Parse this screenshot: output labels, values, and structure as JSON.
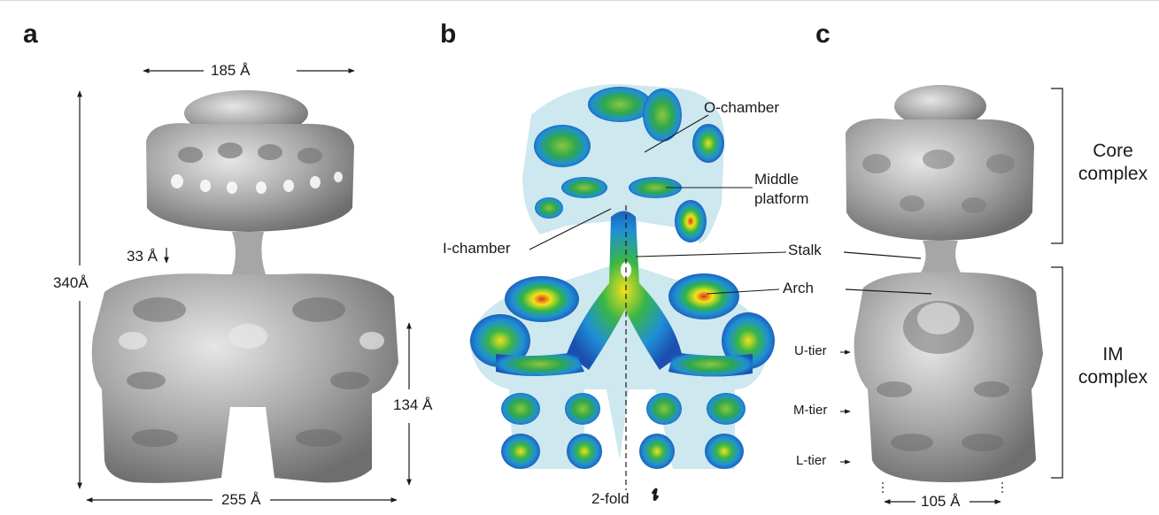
{
  "panels": {
    "a": {
      "letter": "a",
      "dim_top": "185 Å",
      "dim_left": "340Å",
      "dim_gap": "33 Å",
      "dim_right": "134 Å",
      "dim_bottom": "255 Å"
    },
    "b": {
      "letter": "b",
      "o_chamber": "O-chamber",
      "middle_platform_line1": "Middle",
      "middle_platform_line2": "platform",
      "i_chamber": "I-chamber",
      "stalk": "Stalk",
      "arch": "Arch",
      "two_fold": "2-fold"
    },
    "c": {
      "letter": "c",
      "core_line1": "Core",
      "core_line2": "complex",
      "im_line1": "IM",
      "im_line2": "complex",
      "u_tier": "U-tier",
      "m_tier": "M-tier",
      "l_tier": "L-tier",
      "dim_bottom": "105 Å"
    }
  },
  "colors": {
    "density_grey": "#9a9a9a",
    "heat_low": "#cfe9ef",
    "heat_mid": "#1f8fd6",
    "heat_high": "#f2e21a",
    "heat_peak": "#e0301e"
  }
}
